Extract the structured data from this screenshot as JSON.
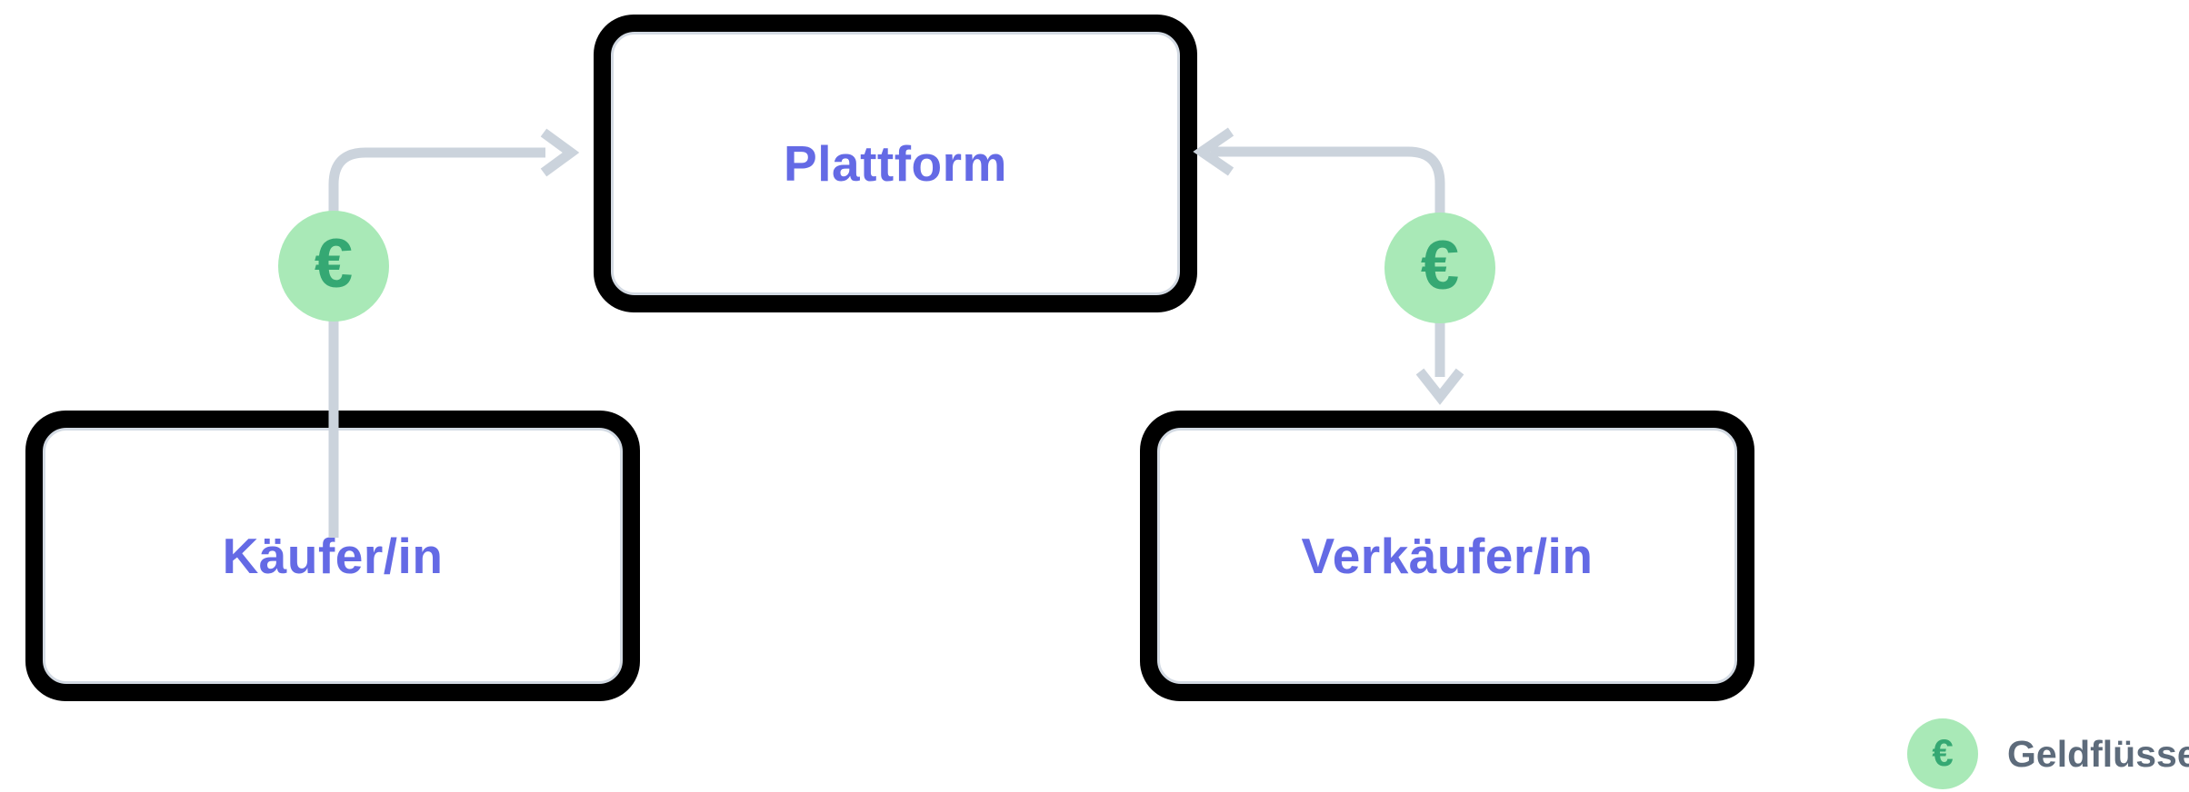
{
  "diagram": {
    "nodes": [
      {
        "id": "plattform",
        "label": "Plattform"
      },
      {
        "id": "kaeufer",
        "label": "Käufer/in"
      },
      {
        "id": "verkaeufer",
        "label": "Verkäufer/in"
      }
    ],
    "flows": [
      {
        "id": "kaeufer-to-plattform",
        "from": "Käufer/in",
        "to": "Plattform",
        "symbol": "€",
        "direction": "one-way-to-plattform"
      },
      {
        "id": "plattform-verkaeufer",
        "from": "Plattform",
        "to": "Verkäufer/in",
        "symbol": "€",
        "direction": "two-way"
      }
    ],
    "legend": {
      "symbol": "€",
      "label": "Geldflüsse"
    },
    "colors": {
      "background": "#ffffff",
      "node_outline": "#000000",
      "node_inner_border": "#d3dae3",
      "node_label": "#646ae5",
      "arrow": "#cbd3dc",
      "euro_badge_bg": "#a9e9b7",
      "euro_badge_fg": "#35a873",
      "legend_text": "#5d6b7b"
    }
  }
}
